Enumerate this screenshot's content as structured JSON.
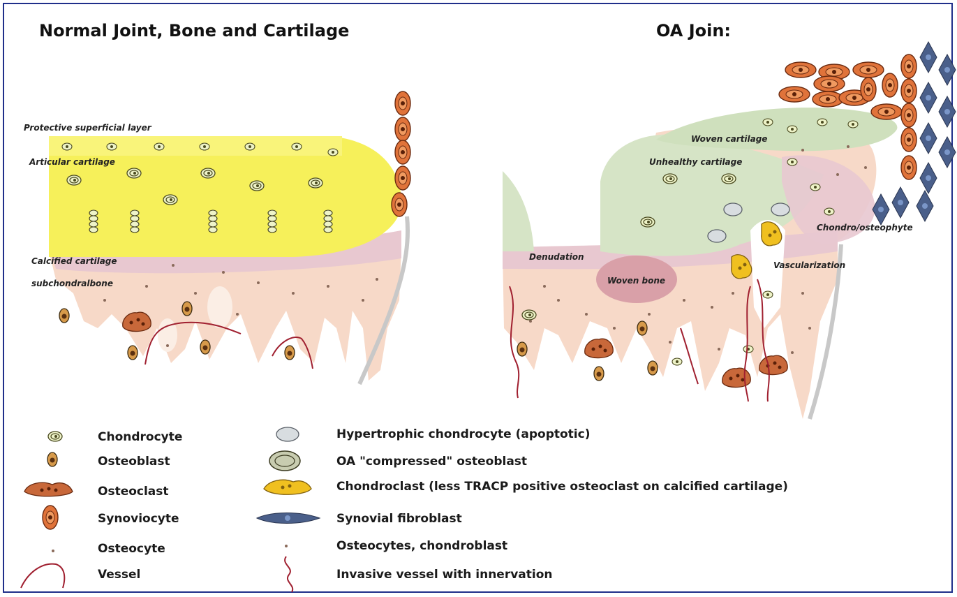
{
  "titles": {
    "normal": "Normal Joint, Bone and Cartilage",
    "oa": "OA Join:"
  },
  "normal_labels": {
    "protective": "Protective superficial layer",
    "articular": "Articular cartilage",
    "calcified": "Calcified cartilage",
    "subchondral": "subchondralbone"
  },
  "oa_labels": {
    "woven_cartilage": "Woven cartilage",
    "unhealthy": "Unhealthy cartilage",
    "chondro_osteophyte": "Chondro/osteophyte",
    "denudation": "Denudation",
    "woven_bone": "Woven bone",
    "vascularization": "Vascularization"
  },
  "legend": {
    "left": [
      {
        "icon": "chondrocyte-icon",
        "label": "Chondrocyte"
      },
      {
        "icon": "osteoblast-icon",
        "label": "Osteoblast"
      },
      {
        "icon": "osteoclast-icon",
        "label": "Osteoclast"
      },
      {
        "icon": "synoviocyte-icon",
        "label": "Synoviocyte"
      },
      {
        "icon": "osteocyte-icon",
        "label": "Osteocyte"
      },
      {
        "icon": "vessel-icon",
        "label": "Vessel"
      }
    ],
    "right": [
      {
        "icon": "hypertrophic-chondrocyte-icon",
        "label": "Hypertrophic chondrocyte (apoptotic)"
      },
      {
        "icon": "compressed-osteoblast-icon",
        "label": "OA \"compressed\" osteoblast"
      },
      {
        "icon": "chondroclast-icon",
        "label": "Chondroclast (less TRACP positive osteoclast on calcified cartilage)"
      },
      {
        "icon": "synovial-fibroblast-icon",
        "label": "Synovial fibroblast"
      },
      {
        "icon": "osteocytes-chondroblast-icon",
        "label": "Osteocytes, chondroblast"
      },
      {
        "icon": "invasive-vessel-icon",
        "label": "Invasive vessel with innervation"
      }
    ]
  },
  "colors": {
    "border": "#1f2f8a",
    "cartilage": "#f6f05a",
    "calcified": "#e8c8d0",
    "bone": "#f7d9c8",
    "oa_green": "#d6e4c6",
    "woven_bone": "#d9a0a8",
    "synoviocyte": "#e0733a",
    "fibroblast": "#4a5f8a",
    "chondroclast": "#f0c020",
    "vessel": "#a02030"
  }
}
